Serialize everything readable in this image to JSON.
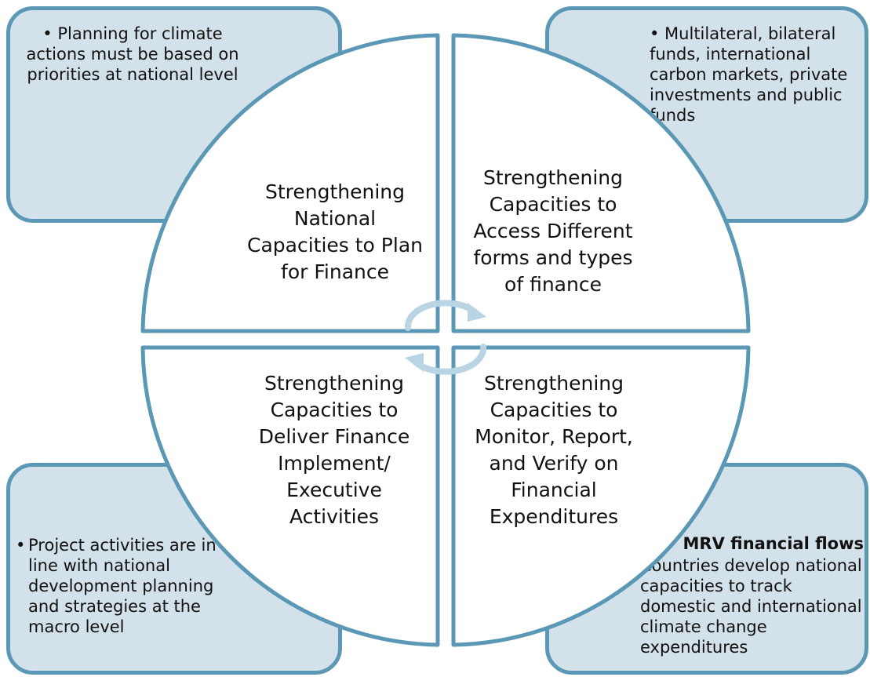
{
  "colors": {
    "box_fill": "#d3e1ea",
    "box_border": "#5b98b6",
    "circle_border": "#5b98b6",
    "cycle_arrow": "#b9d4e2"
  },
  "corners": {
    "top_left": {
      "bullet": "• Planning for climate actions must be based on priorities at national level"
    },
    "top_right": {
      "bullet": "• Multilateral, bilateral funds, international carbon markets, private investments and public funds"
    },
    "bottom_left": {
      "bullet": "Project activities are in line with national development planning and strategies at the macro level"
    },
    "bottom_right": {
      "title": "MRV financial flows",
      "bullet": "Countries develop national capacities to track domestic and international climate change expenditures"
    }
  },
  "quadrants": {
    "top_left": "Strengthening National Capacities to Plan for Finance",
    "top_right": "Strengthening Capacities to Access Different forms and types of finance",
    "bottom_left": "Strengthening Capacities to Deliver Finance Implement/ Executive Activities",
    "bottom_right": "Strengthening Capacities to Monitor, Report, and Verify on Financial Expenditures"
  },
  "center_icon": "cycle-arrows-icon"
}
